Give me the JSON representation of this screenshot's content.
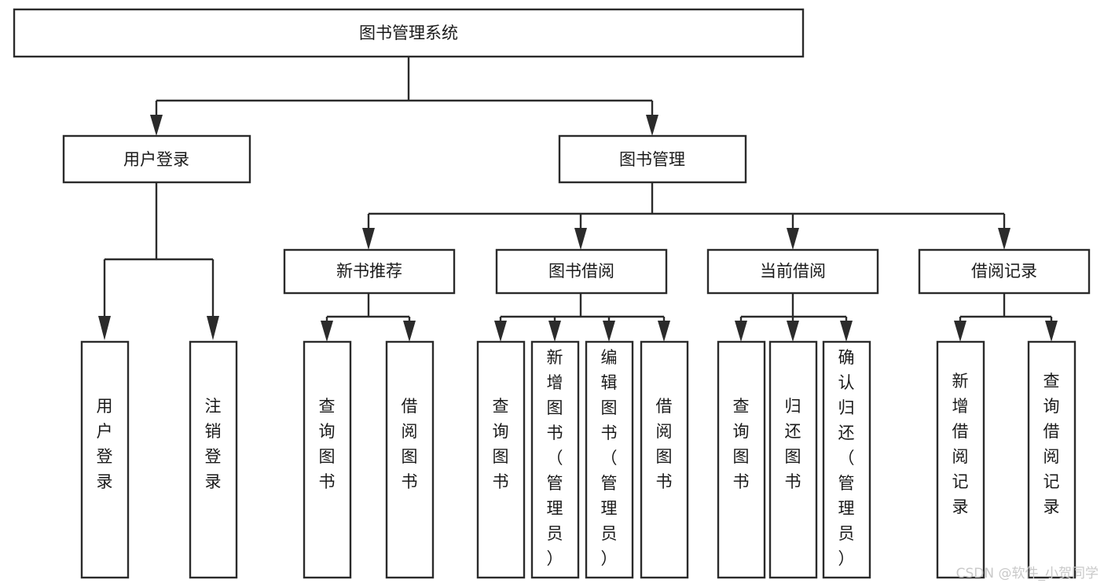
{
  "diagram": {
    "title": "图书管理系统",
    "type": "hierarchy-tree",
    "root": {
      "id": "root",
      "label": "图书管理系统"
    },
    "level2": [
      {
        "id": "user-login",
        "label": "用户登录"
      },
      {
        "id": "book-manage",
        "label": "图书管理"
      }
    ],
    "level3": [
      {
        "id": "new-book-recommend",
        "label": "新书推荐",
        "parent": "book-manage"
      },
      {
        "id": "book-borrow",
        "label": "图书借阅",
        "parent": "book-manage"
      },
      {
        "id": "current-borrow",
        "label": "当前借阅",
        "parent": "book-manage"
      },
      {
        "id": "borrow-record",
        "label": "借阅记录",
        "parent": "book-manage"
      }
    ],
    "leaves": {
      "user-login": [
        {
          "id": "leaf-user-login",
          "label": "用户登录"
        },
        {
          "id": "leaf-logout-login",
          "label": "注销登录"
        }
      ],
      "new-book-recommend": [
        {
          "id": "leaf-query-book-1",
          "label": "查询图书"
        },
        {
          "id": "leaf-borrow-book-1",
          "label": "借阅图书"
        }
      ],
      "book-borrow": [
        {
          "id": "leaf-query-book-2",
          "label": "查询图书"
        },
        {
          "id": "leaf-add-book",
          "label": "新增图书（管理员）"
        },
        {
          "id": "leaf-edit-book",
          "label": "编辑图书（管理员）"
        },
        {
          "id": "leaf-borrow-book-2",
          "label": "借阅图书"
        }
      ],
      "current-borrow": [
        {
          "id": "leaf-query-book-3",
          "label": "查询图书"
        },
        {
          "id": "leaf-return-book",
          "label": "归还图书"
        },
        {
          "id": "leaf-confirm-return",
          "label": "确认归还（管理员）"
        }
      ],
      "borrow-record": [
        {
          "id": "leaf-add-record",
          "label": "新增借阅记录"
        },
        {
          "id": "leaf-query-record",
          "label": "查询借阅记录"
        }
      ]
    }
  },
  "watermark": {
    "text": "CSDN @软件_小贺同学"
  },
  "colors": {
    "box_border": "#2b2b2b",
    "box_fill": "#ffffff",
    "connector": "#2b2b2b",
    "label_text": "#1a1a1a",
    "watermark_text": "#c9c9c9",
    "background": "#ffffff"
  }
}
